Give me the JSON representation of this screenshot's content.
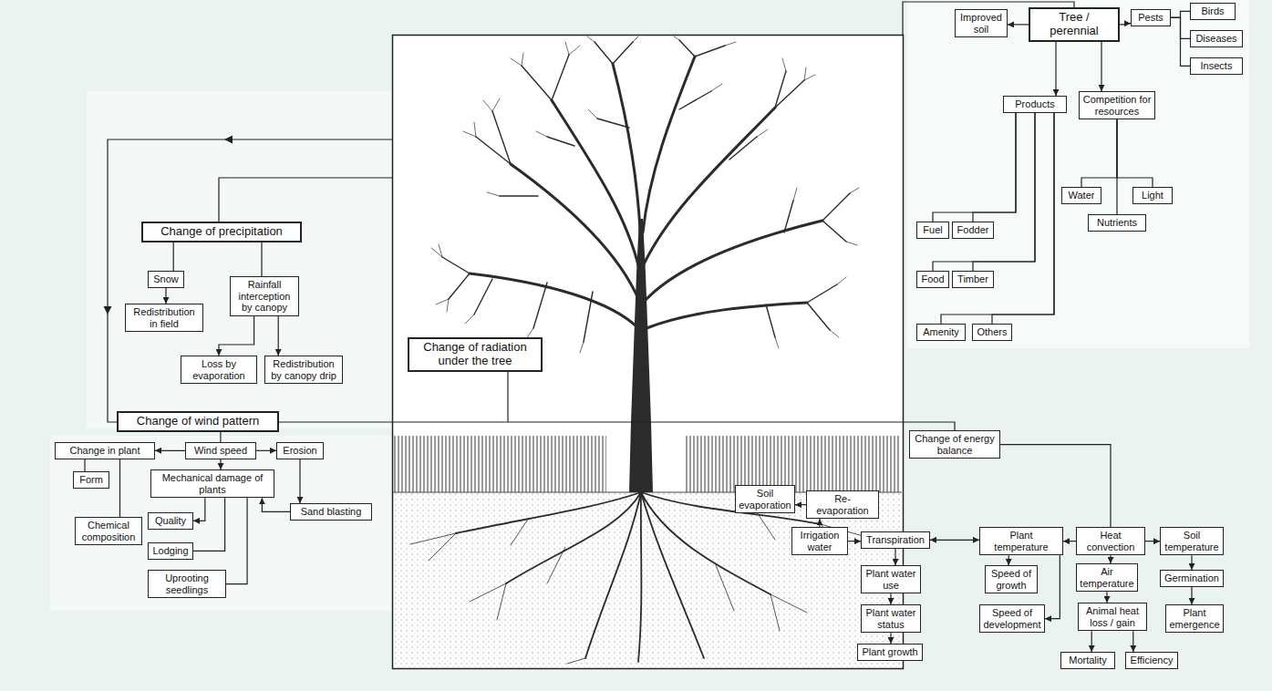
{
  "diagram": {
    "nodes": [
      {
        "text": [
          "Change of precipitation"
        ]
      },
      {
        "text": [
          "Snow"
        ]
      },
      {
        "text": [
          "Rainfall interception by canopy"
        ]
      },
      {
        "text": [
          "Redistribution in field"
        ]
      },
      {
        "text": [
          "Loss by evaporation"
        ]
      },
      {
        "text": [
          "Redistribution by canopy drip"
        ]
      },
      {
        "text": [
          "Change of wind pattern"
        ]
      },
      {
        "text": [
          "Change in plant"
        ]
      },
      {
        "text": [
          "Wind speed"
        ]
      },
      {
        "text": [
          "Erosion"
        ]
      },
      {
        "text": [
          "Form"
        ]
      },
      {
        "text": [
          "Mechanical damage of plants"
        ]
      },
      {
        "text": [
          "Sand blasting"
        ]
      },
      {
        "text": [
          "Chemical composition"
        ]
      },
      {
        "text": [
          "Quality"
        ]
      },
      {
        "text": [
          "Lodging"
        ]
      },
      {
        "text": [
          "Uprooting seedlings"
        ]
      },
      {
        "text": [
          "Change of radiation under the tree"
        ]
      },
      {
        "text": [
          "Tree / perennial"
        ]
      },
      {
        "text": [
          "Improved soil"
        ]
      },
      {
        "text": [
          "Pests"
        ]
      },
      {
        "text": [
          "Birds"
        ]
      },
      {
        "text": [
          "Diseases"
        ]
      },
      {
        "text": [
          "Insects"
        ]
      },
      {
        "text": [
          "Products"
        ]
      },
      {
        "text": [
          "Competition for resources"
        ]
      },
      {
        "text": [
          "Water"
        ]
      },
      {
        "text": [
          "Light"
        ]
      },
      {
        "text": [
          "Nutrients"
        ]
      },
      {
        "text": [
          "Fuel"
        ]
      },
      {
        "text": [
          "Fodder"
        ]
      },
      {
        "text": [
          "Food"
        ]
      },
      {
        "text": [
          "Timber"
        ]
      },
      {
        "text": [
          "Amenity"
        ]
      },
      {
        "text": [
          "Others"
        ]
      },
      {
        "text": [
          "Soil evaporation"
        ]
      },
      {
        "text": [
          "Re-evaporation"
        ]
      },
      {
        "text": [
          "Irrigation water"
        ]
      },
      {
        "text": [
          "Transpiration"
        ]
      },
      {
        "text": [
          "Plant water use"
        ]
      },
      {
        "text": [
          "Plant water status"
        ]
      },
      {
        "text": [
          "Plant growth"
        ]
      },
      {
        "text": [
          "Change of energy balance"
        ]
      },
      {
        "text": [
          "Plant temperature"
        ]
      },
      {
        "text": [
          "Heat convection"
        ]
      },
      {
        "text": [
          "Soil temperature"
        ]
      },
      {
        "text": [
          "Speed of growth"
        ]
      },
      {
        "text": [
          "Air temperature"
        ]
      },
      {
        "text": [
          "Germination"
        ]
      },
      {
        "text": [
          "Speed of development"
        ]
      },
      {
        "text": [
          "Animal heat loss / gain"
        ]
      },
      {
        "text": [
          "Plant emergence"
        ]
      },
      {
        "text": [
          "Mortality"
        ]
      },
      {
        "text": [
          "Efficiency"
        ]
      }
    ],
    "edges": [
      {
        "from": 0,
        "to": 1,
        "arrow": "none"
      },
      {
        "from": 0,
        "to": 2,
        "arrow": "none"
      },
      {
        "from": 1,
        "to": 3,
        "arrow": "to"
      },
      {
        "from": 2,
        "to": 4,
        "arrow": "to"
      },
      {
        "from": 2,
        "to": 5,
        "arrow": "to"
      },
      {
        "from": 6,
        "to": 8,
        "arrow": "none"
      },
      {
        "from": 8,
        "to": 7,
        "arrow": "to"
      },
      {
        "from": 8,
        "to": 9,
        "arrow": "to"
      },
      {
        "from": 8,
        "to": 11,
        "arrow": "to"
      },
      {
        "from": 7,
        "to": 10,
        "arrow": "none"
      },
      {
        "from": 7,
        "to": 13,
        "arrow": "none"
      },
      {
        "from": 9,
        "to": 12,
        "arrow": "to"
      },
      {
        "from": 12,
        "to": 11,
        "arrow": "to"
      },
      {
        "from": 11,
        "to": 14,
        "arrow": "to"
      },
      {
        "from": 11,
        "to": 15,
        "arrow": "none"
      },
      {
        "from": 11,
        "to": 16,
        "arrow": "none"
      },
      {
        "from": 18,
        "to": 19,
        "arrow": "to"
      },
      {
        "from": 18,
        "to": 20,
        "arrow": "to"
      },
      {
        "from": 20,
        "to": 21,
        "arrow": "none"
      },
      {
        "from": 20,
        "to": 22,
        "arrow": "none"
      },
      {
        "from": 20,
        "to": 23,
        "arrow": "none"
      },
      {
        "from": 18,
        "to": 24,
        "arrow": "to"
      },
      {
        "from": 18,
        "to": 25,
        "arrow": "to"
      },
      {
        "from": 24,
        "to": 29,
        "arrow": "none"
      },
      {
        "from": 24,
        "to": 30,
        "arrow": "none"
      },
      {
        "from": 24,
        "to": 31,
        "arrow": "none"
      },
      {
        "from": 24,
        "to": 32,
        "arrow": "none"
      },
      {
        "from": 24,
        "to": 33,
        "arrow": "none"
      },
      {
        "from": 24,
        "to": 34,
        "arrow": "none"
      },
      {
        "from": 25,
        "to": 26,
        "arrow": "none"
      },
      {
        "from": 25,
        "to": 27,
        "arrow": "none"
      },
      {
        "from": 25,
        "to": 28,
        "arrow": "none"
      },
      {
        "from": 36,
        "to": 35,
        "arrow": "to"
      },
      {
        "from": 37,
        "to": 36,
        "arrow": "to"
      },
      {
        "from": 37,
        "to": 38,
        "arrow": "to"
      },
      {
        "from": 38,
        "to": 39,
        "arrow": "to"
      },
      {
        "from": 39,
        "to": 40,
        "arrow": "to"
      },
      {
        "from": 40,
        "to": 41,
        "arrow": "to"
      },
      {
        "from": 38,
        "to": 43,
        "arrow": "both"
      },
      {
        "from": 42,
        "to": 44,
        "arrow": "none"
      },
      {
        "from": 44,
        "to": 43,
        "arrow": "to"
      },
      {
        "from": 44,
        "to": 45,
        "arrow": "to"
      },
      {
        "from": 43,
        "to": 46,
        "arrow": "to"
      },
      {
        "from": 43,
        "to": 49,
        "arrow": "to"
      },
      {
        "from": 44,
        "to": 47,
        "arrow": "to"
      },
      {
        "from": 47,
        "to": 50,
        "arrow": "to"
      },
      {
        "from": 50,
        "to": 52,
        "arrow": "to"
      },
      {
        "from": 50,
        "to": 53,
        "arrow": "to"
      },
      {
        "from": 45,
        "to": 48,
        "arrow": "to"
      },
      {
        "from": 48,
        "to": 51,
        "arrow": "to"
      }
    ]
  }
}
